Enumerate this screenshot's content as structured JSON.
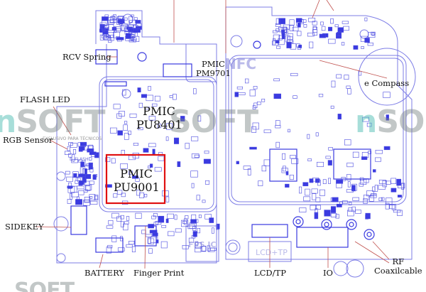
{
  "labels": {
    "rcv_spring": "RCV Spring",
    "pmic_pm9701": [
      "PMIC",
      "PM9701"
    ],
    "e_compass": "e Compass",
    "flash_led": "FLASH LED",
    "pmic_pu8401": [
      "PMIC",
      "PU8401"
    ],
    "rgb_sensor": "RGB Sensor",
    "b_flash": "B_FLASH",
    "pmic_pu9001": [
      "PMIC",
      "PU9001"
    ],
    "sidekey": "SIDEKEY",
    "battery": "BATTERY",
    "finger_print": "Finger Print",
    "lcd_tp": "LCD/TP",
    "io": "IO",
    "rf_coax": [
      "RF",
      "Coaxilcable"
    ],
    "silk_nfc": "NFC",
    "silk_fps_ic": "FPS IC",
    "silk_lcd_tp": "LCD+TP"
  },
  "watermark": {
    "prefix": "n",
    "text": "SOFT",
    "tagline": "EXCLUSIVO PARA TÉCNICOS"
  },
  "colors": {
    "trace": "#3a3ae0",
    "outline": "#7c7ce6",
    "leader": "#c0504d",
    "highlight": "#e01010"
  }
}
